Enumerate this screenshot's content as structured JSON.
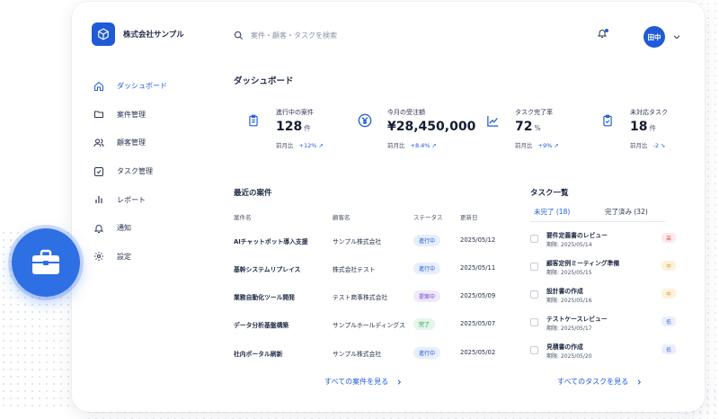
{
  "header": {
    "company": "株式会社サンプル",
    "search_placeholder": "案件・顧客・タスクを検索",
    "avatar": "田中"
  },
  "sidebar": {
    "items": [
      {
        "label": "ダッシュボード",
        "icon": "home-icon",
        "active": true
      },
      {
        "label": "案件管理",
        "icon": "folder-icon"
      },
      {
        "label": "顧客管理",
        "icon": "users-icon"
      },
      {
        "label": "タスク管理",
        "icon": "checkbox-icon"
      },
      {
        "label": "レポート",
        "icon": "bar-chart-icon"
      },
      {
        "label": "通知",
        "icon": "bell-icon"
      },
      {
        "label": "設定",
        "icon": "gear-icon"
      }
    ]
  },
  "main": {
    "title": "ダッシュボード",
    "stats": [
      {
        "label": "進行中の案件",
        "value": "128",
        "unit": "件",
        "compare": "前月比",
        "delta": "+12% ➚",
        "icon": "clipboard-icon"
      },
      {
        "label": "今月の受注額",
        "value": "¥28,450,000",
        "unit": "",
        "compare": "前月比",
        "delta": "+8.4% ➚",
        "icon": "yen-icon"
      },
      {
        "label": "タスク完了率",
        "value": "72",
        "unit": "%",
        "compare": "前月比",
        "delta": "+9% ➚",
        "icon": "trend-icon"
      },
      {
        "label": "未対応タスク",
        "value": "18",
        "unit": "件",
        "compare": "前月比",
        "delta": "-2 ➘",
        "icon": "clipboard-check-icon"
      }
    ],
    "projects": {
      "title": "最近の案件",
      "columns": [
        "案件名",
        "顧客名",
        "ステータス",
        "更新日"
      ],
      "rows": [
        {
          "name": "AIチャットボット導入支援",
          "client": "サンプル株式会社",
          "status": "進行中",
          "date": "2025/05/12"
        },
        {
          "name": "基幹システムリプレイス",
          "client": "株式会社テスト",
          "status": "進行中",
          "date": "2025/05/11"
        },
        {
          "name": "業務自動化ツール開発",
          "client": "テスト商事株式会社",
          "status": "提案中",
          "date": "2025/05/09"
        },
        {
          "name": "データ分析基盤構築",
          "client": "サンプルホールディングス",
          "status": "完了",
          "date": "2025/05/07"
        },
        {
          "name": "社内ポータル刷新",
          "client": "サンプル株式会社",
          "status": "進行中",
          "date": "2025/05/02"
        }
      ],
      "view_all": "すべての案件を見る"
    },
    "tasks": {
      "title": "タスク一覧",
      "tab_open": "未完了 (18)",
      "tab_done": "完了済み (32)",
      "items": [
        {
          "name": "要件定義書のレビュー",
          "due": "期限: 2025/05/14",
          "priority": "高"
        },
        {
          "name": "顧客定例ミーティング準備",
          "due": "期限: 2025/05/15",
          "priority": "中"
        },
        {
          "name": "設計書の作成",
          "due": "期限: 2025/05/16",
          "priority": "中"
        },
        {
          "name": "テストケースレビュー",
          "due": "期限: 2025/05/17",
          "priority": "低"
        },
        {
          "name": "見積書の作成",
          "due": "期限: 2025/05/20",
          "priority": "低"
        }
      ],
      "view_all": "すべてのタスクを見る"
    }
  },
  "colors": {
    "accent": "#1f5bd6",
    "float_button": "#2f6fe4"
  }
}
